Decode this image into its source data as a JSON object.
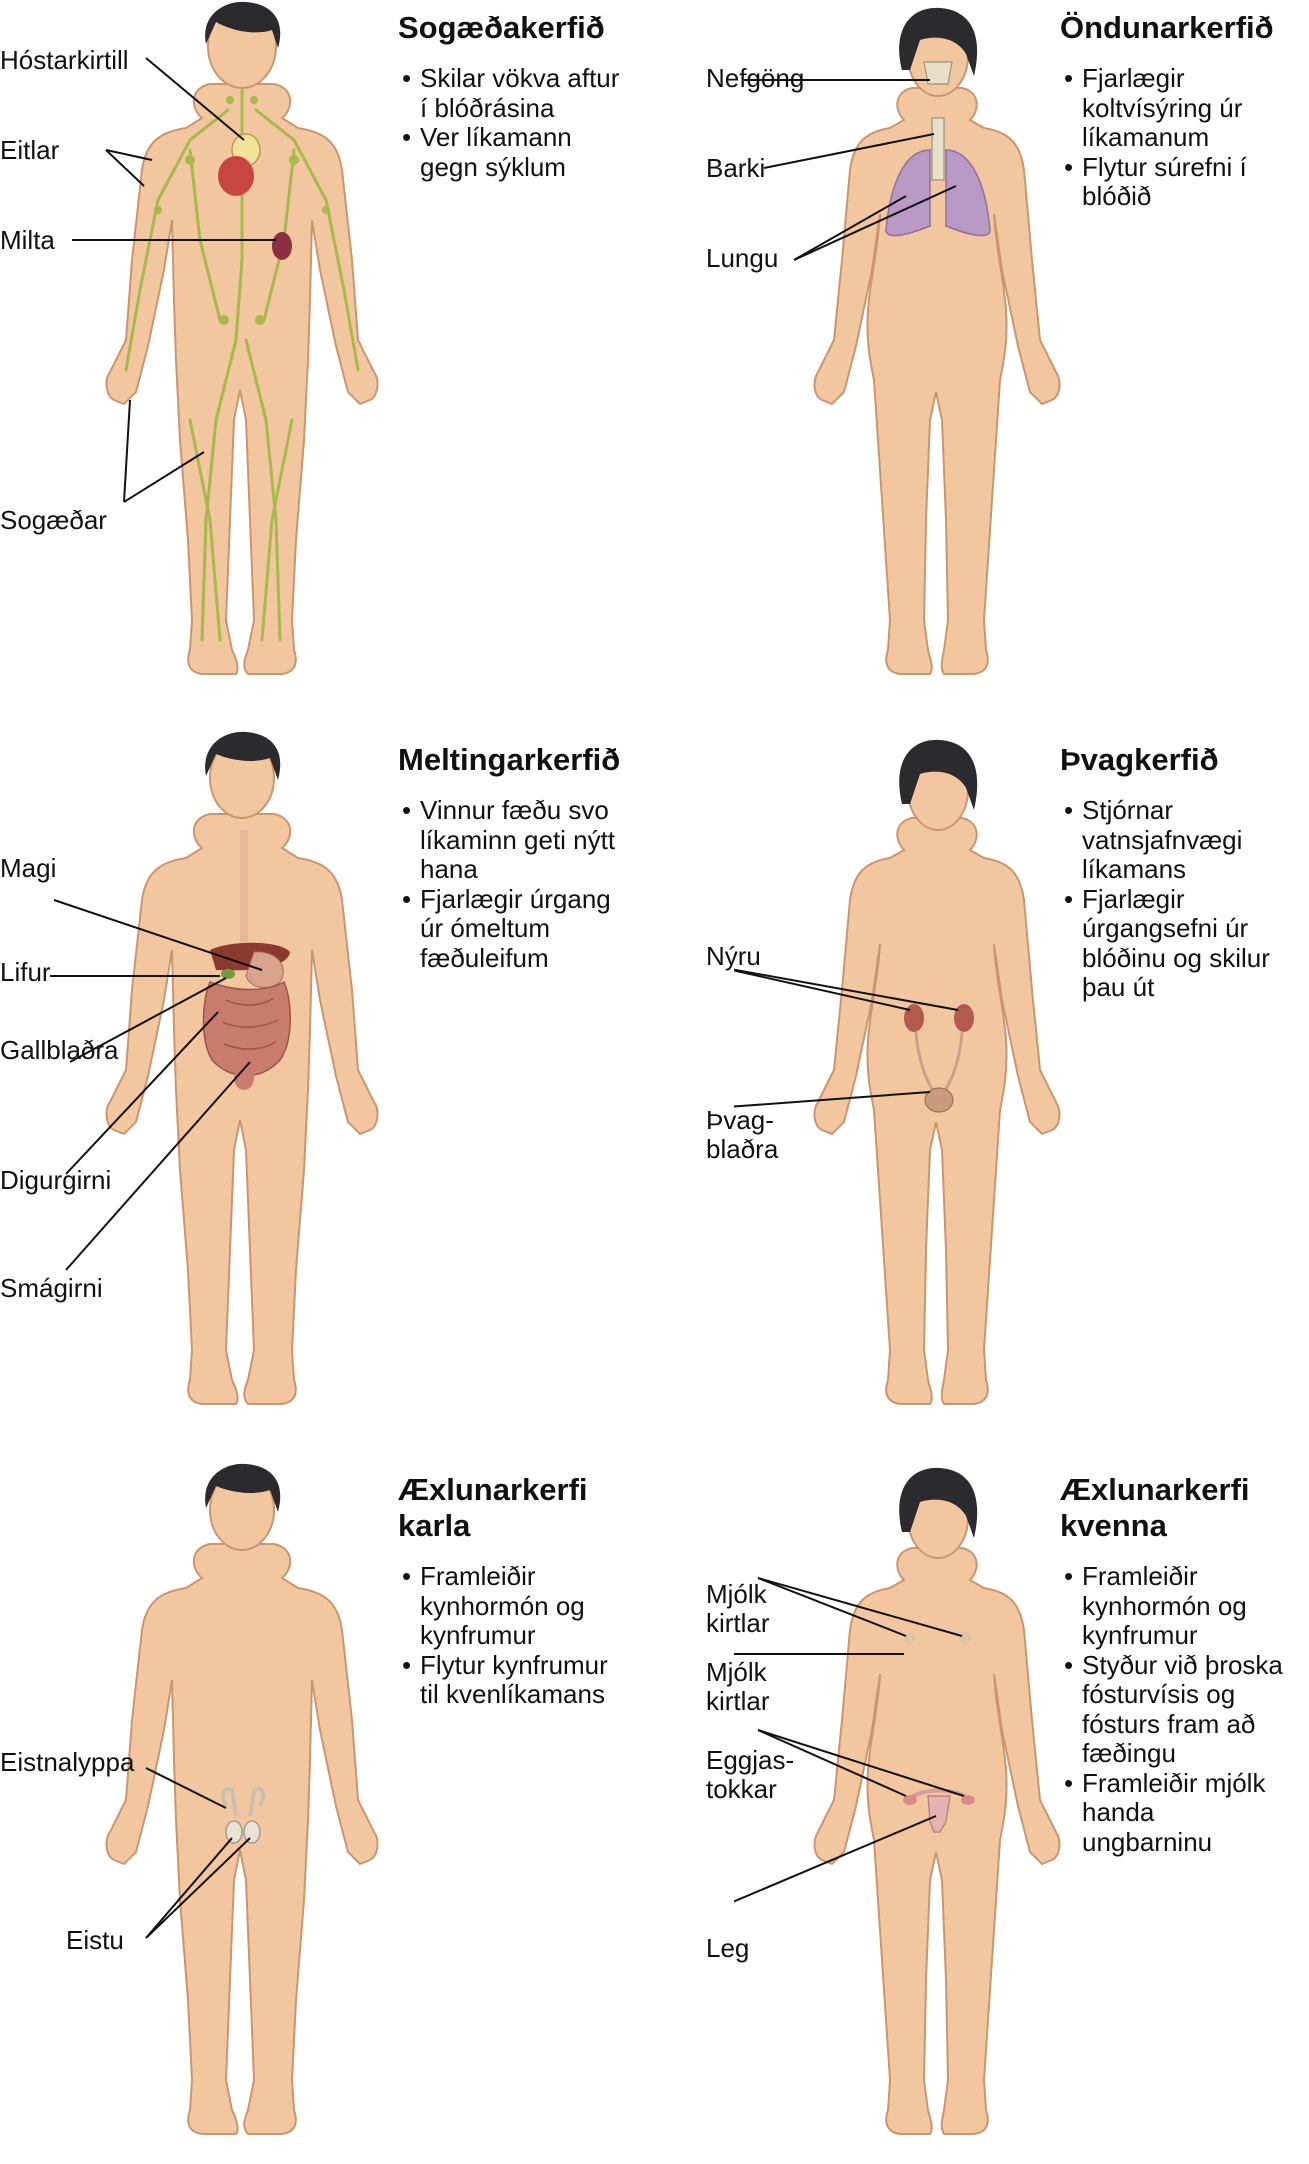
{
  "panels": [
    {
      "id": "lymphatic",
      "title": "Sogæðakerfið",
      "bullets": [
        "Skilar vökva aftur\ní blóðrásina",
        "Ver líkamann\ngegn sýklum"
      ],
      "labels": [
        "Hóstarkirtill",
        "Eitlar",
        "Milta",
        "Sogæðar"
      ]
    },
    {
      "id": "respiratory",
      "title": "Öndunarkerfið",
      "bullets": [
        "Fjarlægir\nkoltvísýring úr\nlíkamanum",
        "Flytur súrefni í\nblóðið"
      ],
      "labels": [
        "Nefgöng",
        "Barki",
        "Lungu"
      ]
    },
    {
      "id": "digestive",
      "title": "Meltingarkerfið",
      "bullets": [
        "Vinnur fæðu svo\nlíkaminn geti nýtt\nhana",
        "Fjarlægir úrgang\núr ómeltum\nfæðuleifum"
      ],
      "labels": [
        "Magi",
        "Lifur",
        "Gallblaðra",
        "Digurgirni",
        "Smágirni"
      ]
    },
    {
      "id": "urinary",
      "title": "Þvagkerfið",
      "bullets": [
        "Stjórnar\nvatnsjafnvægi\nlíkamans",
        "Fjarlægir\núrgangsefni úr\nblóðinu og skilur\nþau út"
      ],
      "labels": [
        "Nýru",
        "Þvag-\nblaðra"
      ]
    },
    {
      "id": "male-reproductive",
      "title": "Æxlunarkerfi\nkarla",
      "bullets": [
        "Framleiðir\nkynhormón og\nkynfrumur",
        "Flytur kynfrumur\ntil kvenlíkamans"
      ],
      "labels": [
        "Eistnalyppa",
        "Eistu"
      ]
    },
    {
      "id": "female-reproductive",
      "title": "Æxlunarkerfi\nkvenna",
      "bullets": [
        "Framleiðir\nkynhormón og\nkynfrumur",
        "Styður við þroska\nfósturvísis og\nfósturs fram að\nfæðingu",
        "Framleiðir mjólk\nhanda\nungbarninu"
      ],
      "labels": [
        "Mjólk\nkirtlar",
        "Mjólk\nkirtlar",
        "Eggjas-\ntokkar",
        "Leg"
      ]
    }
  ],
  "colors": {
    "skin": "#f2c7a0",
    "skin_outline": "#c9966f",
    "hair": "#2b2a2e",
    "lymph": "#a9b84c",
    "lung": "#b89ac4",
    "liver": "#8a3a2e",
    "intestine": "#c97b6e",
    "kidney": "#b25a4e",
    "thymus": "#f3e39a",
    "heart": "#c7463f",
    "vessel": "#4b8fc7",
    "uterus": "#e4b3b0",
    "airway": "#e8dfc8",
    "gland": "#d8c6a6"
  }
}
